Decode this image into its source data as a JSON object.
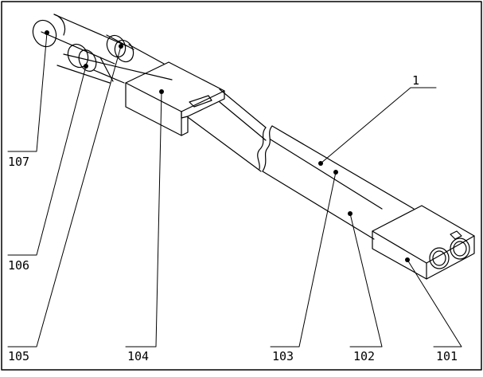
{
  "labels": {
    "l1": "1",
    "l107": "107",
    "l106": "106",
    "l105": "105",
    "l104": "104",
    "l103": "103",
    "l102": "102",
    "l101": "101"
  }
}
